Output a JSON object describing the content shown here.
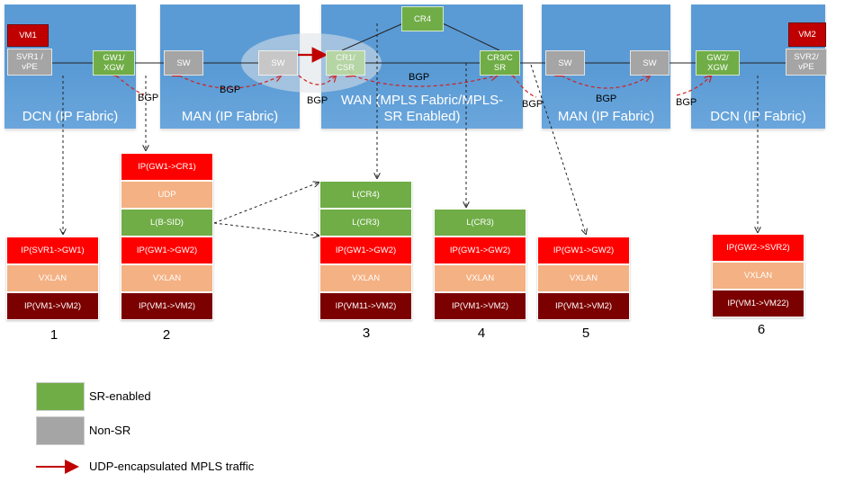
{
  "domains": {
    "dcn_left": "DCN (IP Fabric)",
    "man_left": "MAN (IP Fabric)",
    "wan": "WAN (MPLS Fabric/MPLS-SR Enabled)",
    "man_right": "MAN (IP Fabric)",
    "dcn_right": "DCN (IP Fabric)"
  },
  "nodes": {
    "vm1": "VM1",
    "svr1": "SVR1 / vPE",
    "gw1": "GW1/ XGW",
    "sw_man_left_1": "SW",
    "sw_man_left_2": "SW",
    "cr4": "CR4",
    "cr1": "CR1/ CSR",
    "cr3": "CR3/C SR",
    "sw_man_right_1": "SW",
    "sw_man_right_2": "SW",
    "gw2": "GW2/ XGW",
    "vm2": "VM2",
    "svr2": "SVR2/ vPE"
  },
  "bgp_label": "BGP",
  "stacks": [
    {
      "number": "1",
      "cells": [
        {
          "text": "IP(SVR1->GW1)",
          "kind": "red"
        },
        {
          "text": "VXLAN",
          "kind": "vx"
        },
        {
          "text": "IP(VM1->VM2)",
          "kind": "maroon"
        }
      ]
    },
    {
      "number": "2",
      "cells": [
        {
          "text": "IP(GW1->CR1)",
          "kind": "red"
        },
        {
          "text": "UDP",
          "kind": "udp"
        },
        {
          "text": "L(B-SID)",
          "kind": "green"
        },
        {
          "text": "IP(GW1->GW2)",
          "kind": "red"
        },
        {
          "text": "VXLAN",
          "kind": "vx"
        },
        {
          "text": "IP(VM1->VM2)",
          "kind": "maroon"
        }
      ]
    },
    {
      "number": "3",
      "cells": [
        {
          "text": "L(CR4)",
          "kind": "green"
        },
        {
          "text": "L(CR3)",
          "kind": "green"
        },
        {
          "text": "IP(GW1->GW2)",
          "kind": "red"
        },
        {
          "text": "VXLAN",
          "kind": "vx"
        },
        {
          "text": "IP(VM11->VM2)",
          "kind": "maroon"
        }
      ]
    },
    {
      "number": "4",
      "cells": [
        {
          "text": "L(CR3)",
          "kind": "green"
        },
        {
          "text": "IP(GW1->GW2)",
          "kind": "red"
        },
        {
          "text": "VXLAN",
          "kind": "vx"
        },
        {
          "text": "IP(VM1->VM2)",
          "kind": "maroon"
        }
      ]
    },
    {
      "number": "5",
      "cells": [
        {
          "text": "IP(GW1->GW2)",
          "kind": "red"
        },
        {
          "text": "VXLAN",
          "kind": "vx"
        },
        {
          "text": "IP(VM1->VM2)",
          "kind": "maroon"
        }
      ]
    },
    {
      "number": "6",
      "cells": [
        {
          "text": "IP(GW2->SVR2)",
          "kind": "red"
        },
        {
          "text": "VXLAN",
          "kind": "vx"
        },
        {
          "text": "IP(VM1->VM22)",
          "kind": "maroon"
        }
      ]
    }
  ],
  "legend": {
    "sr": "SR-enabled",
    "nonsr": "Non-SR",
    "udp": "UDP-encapsulated MPLS traffic"
  },
  "colors": {
    "sr_green": "#70ad47",
    "non_sr_gray": "#a5a5a5",
    "ip_red": "#ff0000",
    "vxlan_orange": "#f4b183",
    "inner_maroon": "#7b0000",
    "domain_blue": "#5b9bd5",
    "udp_arrow": "#c00000"
  }
}
